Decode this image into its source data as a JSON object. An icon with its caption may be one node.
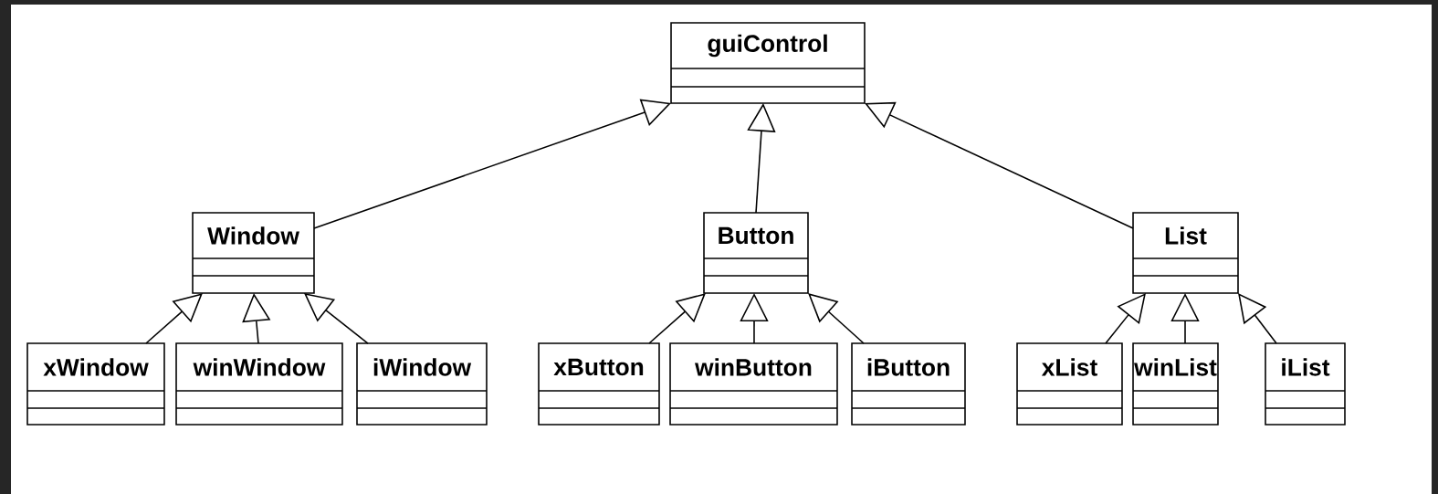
{
  "diagram": {
    "nodes": [
      {
        "text": [
          "guiControl"
        ]
      },
      {
        "text": [
          "Window"
        ]
      },
      {
        "text": [
          "Button"
        ]
      },
      {
        "text": [
          "List"
        ]
      },
      {
        "text": [
          "xWindow"
        ]
      },
      {
        "text": [
          "winWindow"
        ]
      },
      {
        "text": [
          "iWindow"
        ]
      },
      {
        "text": [
          "xButton"
        ]
      },
      {
        "text": [
          "winButton"
        ]
      },
      {
        "text": [
          "iButton"
        ]
      },
      {
        "text": [
          "xList"
        ]
      },
      {
        "text": [
          "winList"
        ]
      },
      {
        "text": [
          "iList"
        ]
      }
    ],
    "edges": [
      {
        "from": 1,
        "to": 0,
        "arrow": "to"
      },
      {
        "from": 2,
        "to": 0,
        "arrow": "to"
      },
      {
        "from": 3,
        "to": 0,
        "arrow": "to"
      },
      {
        "from": 4,
        "to": 1,
        "arrow": "to"
      },
      {
        "from": 5,
        "to": 1,
        "arrow": "to"
      },
      {
        "from": 6,
        "to": 1,
        "arrow": "to"
      },
      {
        "from": 7,
        "to": 2,
        "arrow": "to"
      },
      {
        "from": 8,
        "to": 2,
        "arrow": "to"
      },
      {
        "from": 9,
        "to": 2,
        "arrow": "to"
      },
      {
        "from": 10,
        "to": 3,
        "arrow": "to"
      },
      {
        "from": 11,
        "to": 3,
        "arrow": "to"
      },
      {
        "from": 12,
        "to": 3,
        "arrow": "to"
      }
    ]
  }
}
